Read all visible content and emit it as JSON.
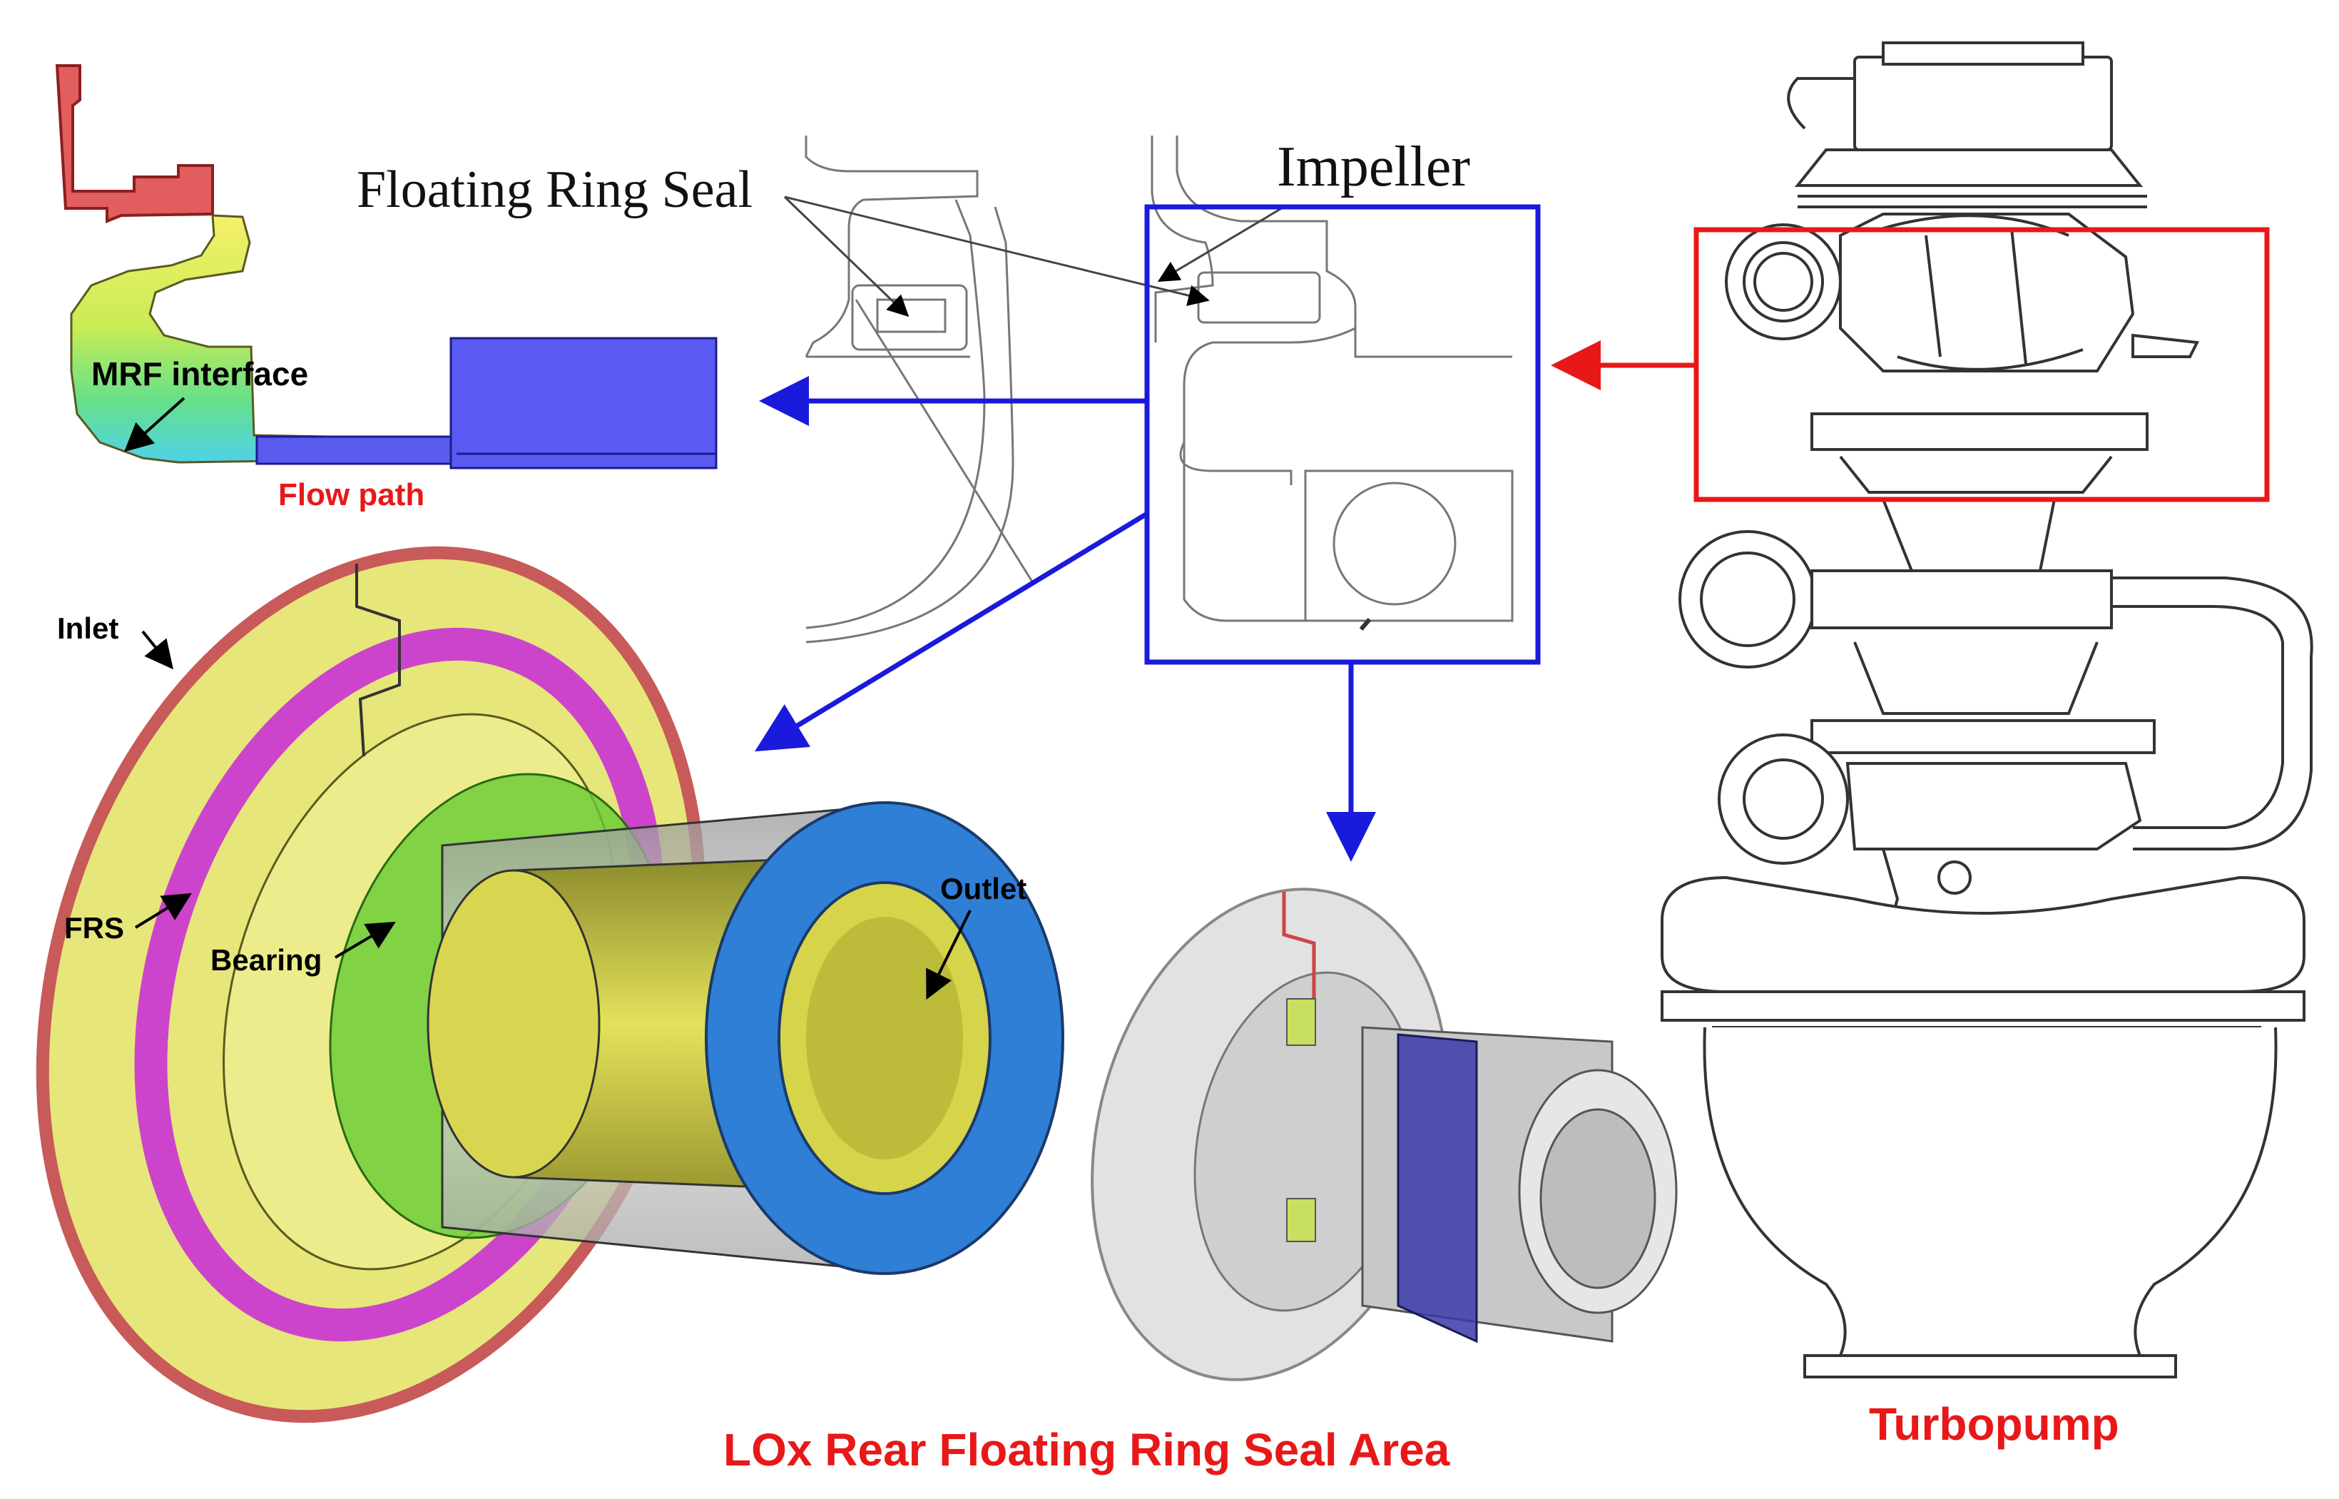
{
  "labels": {
    "floating_ring_seal": "Floating Ring Seal",
    "impeller": "Impeller",
    "mrf_interface": "MRF interface",
    "flow_path": "Flow path",
    "inlet": "Inlet",
    "frs": "FRS",
    "bearing": "Bearing",
    "outlet": "Outlet",
    "title_area": "LOx Rear Floating Ring Seal Area",
    "turbopump": "Turbopump"
  },
  "colors": {
    "highlight_red": "#e81818",
    "arrow_blue": "#1a1adc",
    "seal_red": "#d9534f",
    "inlet_yellow": "#e6e67a",
    "frs_magenta": "#cc44cc",
    "bearing_green": "#66cc33",
    "shaft_yellow": "#c8c640",
    "outlet_blue": "#2f7fd6",
    "mesh_blue": "#5656ee",
    "section_navy": "#3a3aa8"
  }
}
